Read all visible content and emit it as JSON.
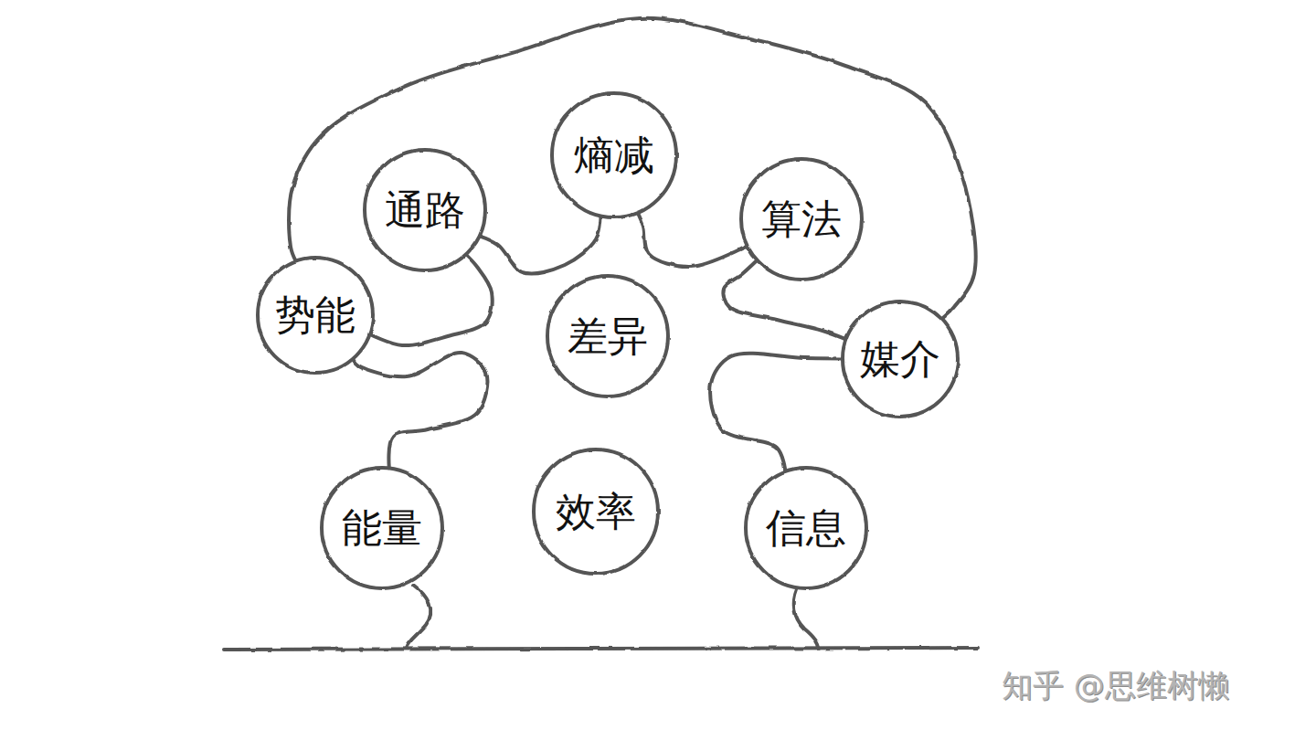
{
  "diagram": {
    "nodes": [
      {
        "text": [
          "熵减"
        ]
      },
      {
        "text": [
          "通路"
        ]
      },
      {
        "text": [
          "算法"
        ]
      },
      {
        "text": [
          "势能"
        ]
      },
      {
        "text": [
          "差异"
        ]
      },
      {
        "text": [
          "媒介"
        ]
      },
      {
        "text": [
          "能量"
        ]
      },
      {
        "text": [
          "效率"
        ]
      },
      {
        "text": [
          "信息"
        ]
      }
    ],
    "edges": [
      {
        "from": 3,
        "to": 1,
        "arrow": "none"
      },
      {
        "from": 1,
        "to": 0,
        "arrow": "none"
      },
      {
        "from": 0,
        "to": 2,
        "arrow": "none"
      },
      {
        "from": 2,
        "to": 5,
        "arrow": "none"
      },
      {
        "from": 5,
        "to": 8,
        "arrow": "none"
      },
      {
        "from": 3,
        "to": 6,
        "arrow": "none"
      },
      {
        "from": 3,
        "to": 5,
        "arrow": "none"
      }
    ],
    "labels": [
      "知乎 @思维树懒"
    ]
  }
}
